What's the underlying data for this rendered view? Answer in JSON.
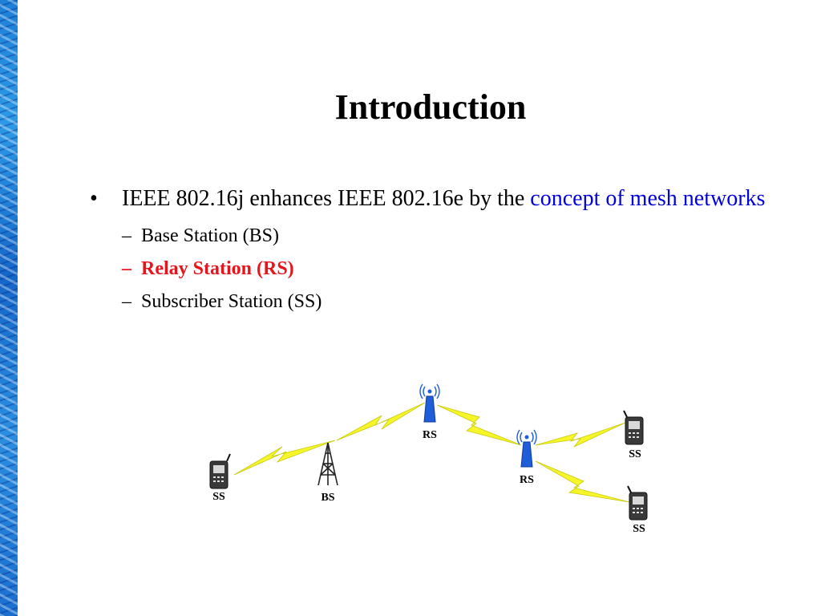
{
  "slide": {
    "title": "Introduction",
    "bullet": {
      "marker": "•",
      "text_plain": "IEEE 802.16j enhances IEEE 802.16e by the ",
      "text_highlight": "concept of mesh networks"
    },
    "sub_marker": "–",
    "sub_items": [
      {
        "label": "Base Station (BS)"
      },
      {
        "label": "Relay Station (RS)"
      },
      {
        "label": "Subscriber Station (SS)"
      }
    ]
  },
  "diagram": {
    "nodes": {
      "ss_left": {
        "label": "SS"
      },
      "bs": {
        "label": "BS"
      },
      "rs_top": {
        "label": "RS"
      },
      "rs_mid": {
        "label": "RS"
      },
      "ss_top_right": {
        "label": "SS"
      },
      "ss_bottom_right": {
        "label": "SS"
      }
    },
    "colors": {
      "link": "#f5f52a",
      "antenna": "#1f5ed8",
      "tower": "#222222",
      "phone": "#3a3a3a"
    }
  }
}
